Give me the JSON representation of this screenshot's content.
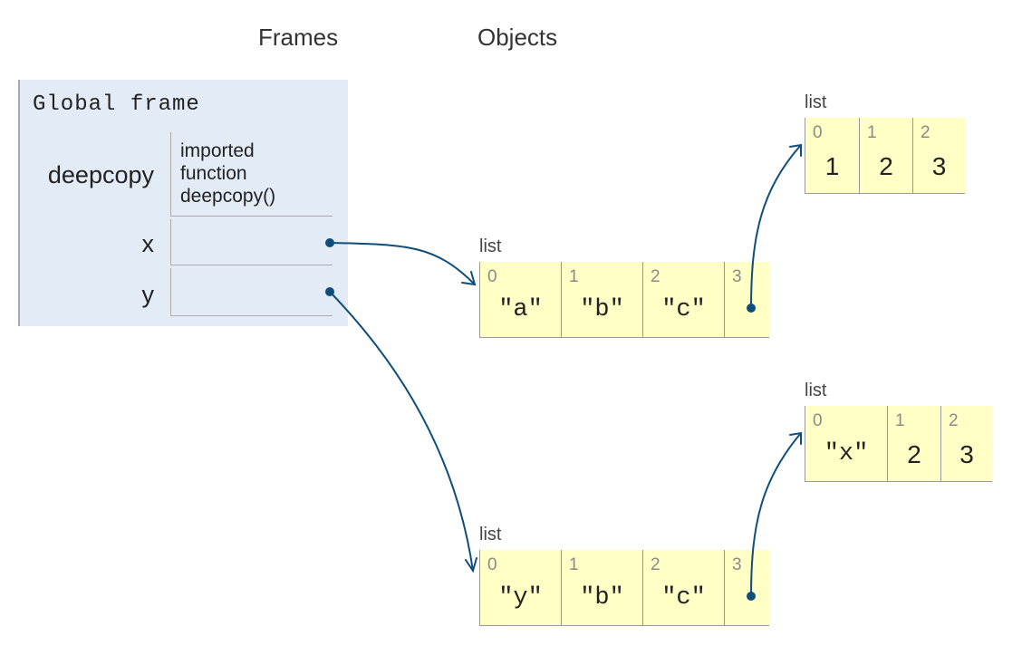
{
  "headers": {
    "frames": "Frames",
    "objects": "Objects"
  },
  "global_frame": {
    "title": "Global frame",
    "variables": [
      {
        "name": "deepcopy",
        "value": "imported function deepcopy()"
      },
      {
        "name": "x",
        "value": "pointer to list (\"a\", \"b\", \"c\", list)"
      },
      {
        "name": "y",
        "value": "pointer to list (\"y\", \"b\", \"c\", list)"
      }
    ],
    "deepcopy_lines": [
      "imported",
      "function",
      "deepcopy()"
    ]
  },
  "objects": {
    "list_x": {
      "label": "list",
      "cells": [
        {
          "index": "0",
          "value": "\"a\""
        },
        {
          "index": "1",
          "value": "\"b\""
        },
        {
          "index": "2",
          "value": "\"c\""
        },
        {
          "index": "3",
          "value": ""
        }
      ]
    },
    "list_x_inner": {
      "label": "list",
      "cells": [
        {
          "index": "0",
          "value": "1"
        },
        {
          "index": "1",
          "value": "2"
        },
        {
          "index": "2",
          "value": "3"
        }
      ]
    },
    "list_y": {
      "label": "list",
      "cells": [
        {
          "index": "0",
          "value": "\"y\""
        },
        {
          "index": "1",
          "value": "\"b\""
        },
        {
          "index": "2",
          "value": "\"c\""
        },
        {
          "index": "3",
          "value": ""
        }
      ]
    },
    "list_y_inner": {
      "label": "list",
      "cells": [
        {
          "index": "0",
          "value": "\"x\""
        },
        {
          "index": "1",
          "value": "2"
        },
        {
          "index": "2",
          "value": "3"
        }
      ]
    }
  },
  "colors": {
    "frame_bg": "#e2ebf6",
    "list_bg": "#ffffc6",
    "pointer": "#0f4d7a"
  }
}
